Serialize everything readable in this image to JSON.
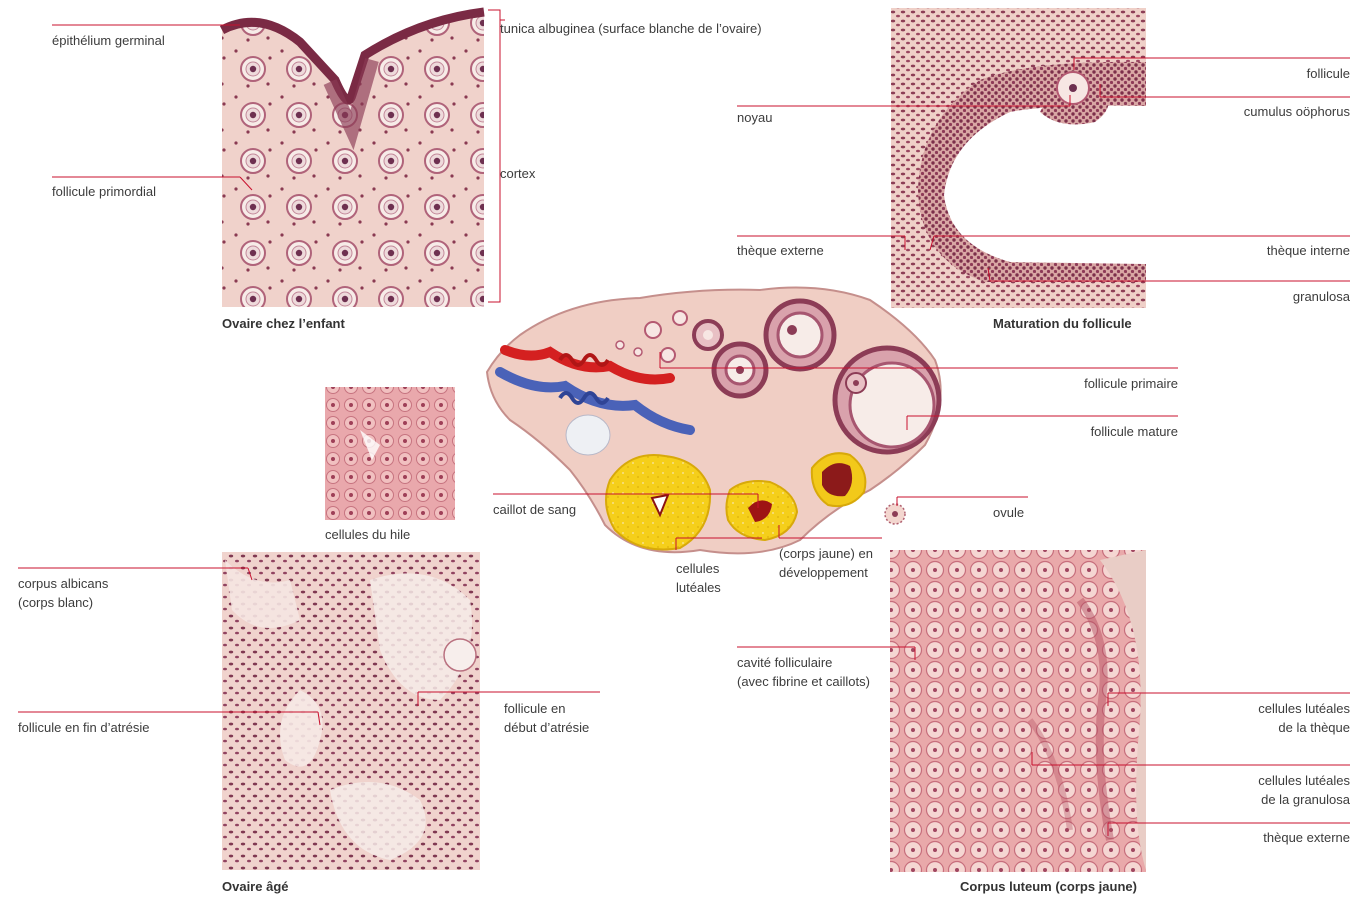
{
  "panels": {
    "child_ovary": {
      "caption": "Ovaire chez l’enfant",
      "labels": {
        "germinal_epithelium": "épithélium germinal",
        "primordial_follicle": "follicule primordial",
        "tunica_albuginea": "tunica albuginea (surface blanche de l’ovaire)",
        "cortex": "cortex"
      }
    },
    "follicle_maturation": {
      "caption": "Maturation du follicule",
      "labels": {
        "follicle": "follicule",
        "cumulus": "cumulus oöphorus",
        "nucleus": "noyau",
        "theca_externa": "thèque externe",
        "theca_interna": "thèque interne",
        "granulosa": "granulosa"
      }
    },
    "center_ovary": {
      "labels": {
        "primary_follicle": "follicule primaire",
        "mature_follicle": "follicule mature",
        "blood_clot": "caillot de sang",
        "ovum": "ovule",
        "hilus_cells": "cellules du hile",
        "luteal_cells": "cellules\nlutéales",
        "developing_cl": "(corps jaune) en\ndéveloppement"
      }
    },
    "aged_ovary": {
      "caption": "Ovaire âgé",
      "labels": {
        "corpus_albicans": "corpus albicans\n(corps blanc)",
        "late_atresia": "follicule en fin d’atrésie",
        "early_atresia": "follicule en\ndébut d’atrésie"
      }
    },
    "corpus_luteum": {
      "caption": "Corpus luteum (corps jaune)",
      "labels": {
        "follicular_cavity": "cavité folliculaire\n(avec fibrine et caillots)",
        "theca_lutein": "cellules lutéales\nde la thèque",
        "granulosa_lutein": "cellules lutéales\nde la granulosa",
        "theca_externa": "thèque externe"
      }
    }
  },
  "colors": {
    "leader_line": "#c8102e",
    "tissue_pink": "#f0cfc8",
    "nucleus_purple": "#7a3550",
    "artery_red": "#d42020",
    "vein_blue": "#4a62b8",
    "corpus_yellow": "#f5cf1a"
  }
}
